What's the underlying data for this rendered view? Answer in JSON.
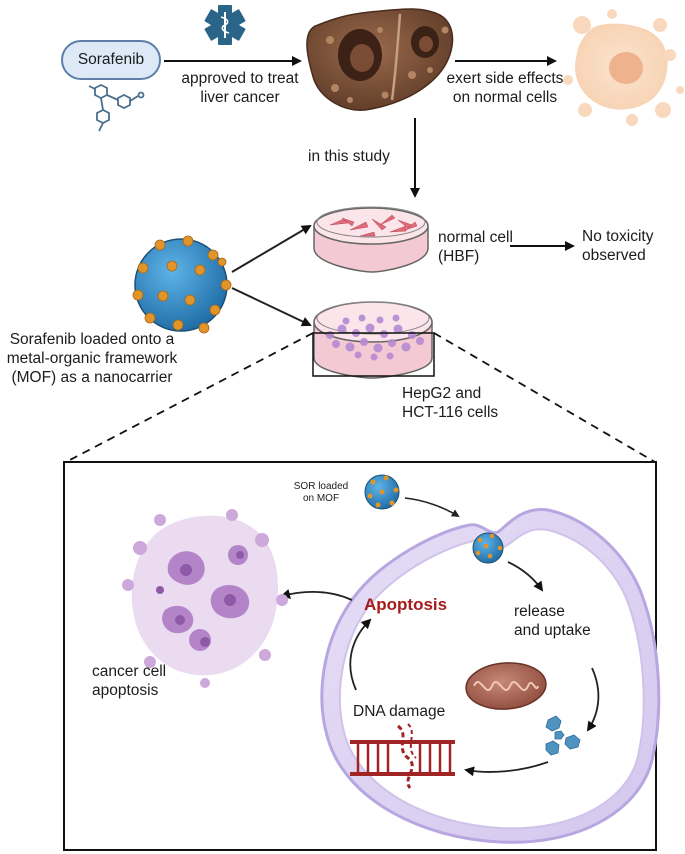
{
  "drug": {
    "name": "Sorafenib"
  },
  "labels": {
    "approved": "approved to treat\nliver cancer",
    "side_effects": "exert side effects\non normal cells",
    "this_study": "in this study",
    "normal_cell": "normal cell\n(HBF)",
    "no_toxicity": "No toxicity\nobserved",
    "mof_desc": "Sorafenib loaded onto a\nmetal-organic framework\n(MOF) as a nanocarrier",
    "cancer_lines": "HepG2 and\nHCT-116 cells",
    "sor_mof": "SOR loaded\non MOF",
    "apoptosis": "Apoptosis",
    "release": "release\nand uptake",
    "dna_damage": "DNA damage",
    "cancer_apoptosis": "cancer cell\napoptosis"
  },
  "colors": {
    "mof_blue": "#2f86c2",
    "mof_dot": "#e0952a",
    "apoptosis_red": "#a61b1b",
    "cell_membrane": "#cfc3ea",
    "dish_pink": "#f3c9d3"
  },
  "icons": [
    "medical-star-icon",
    "molecule-icon",
    "liver-icon",
    "damaged-cell-icon",
    "petri-dish-icon",
    "mof-nanoparticle-icon",
    "mitochondrion-icon",
    "dna-icon",
    "protein-icon",
    "apoptotic-cell-icon"
  ]
}
